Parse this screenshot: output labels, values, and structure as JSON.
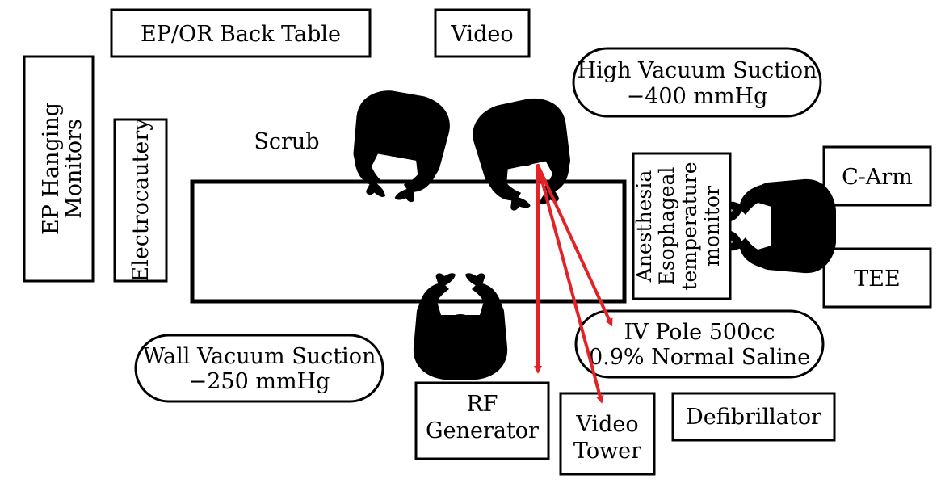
{
  "labels": {
    "back_table": "EP/OR Back Table",
    "video": "Video",
    "high_vacuum_1": "High Vacuum Suction",
    "high_vacuum_2": "−400 mmHg",
    "ep_monitors_1": "EP Hanging",
    "ep_monitors_2": "Monitors",
    "electrocautery": "Electrocautery",
    "scrub": "Scrub",
    "anesthesia_1": "Anesthesia",
    "anesthesia_2": "Esophageal",
    "anesthesia_3": "temperature",
    "anesthesia_4": "monitor",
    "c_arm": "C-Arm",
    "tee": "TEE",
    "iv_pole_1": "IV Pole 500cc",
    "iv_pole_2": "0.9% Normal Saline",
    "wall_vacuum_1": "Wall Vacuum Suction",
    "wall_vacuum_2": "−250 mmHg",
    "rf_1": "RF",
    "rf_2": "Generator",
    "video_tower_1": "Video",
    "video_tower_2": "Tower",
    "defibrillator": "Defibrillator"
  },
  "colors": {
    "arrow": "#e32227"
  }
}
